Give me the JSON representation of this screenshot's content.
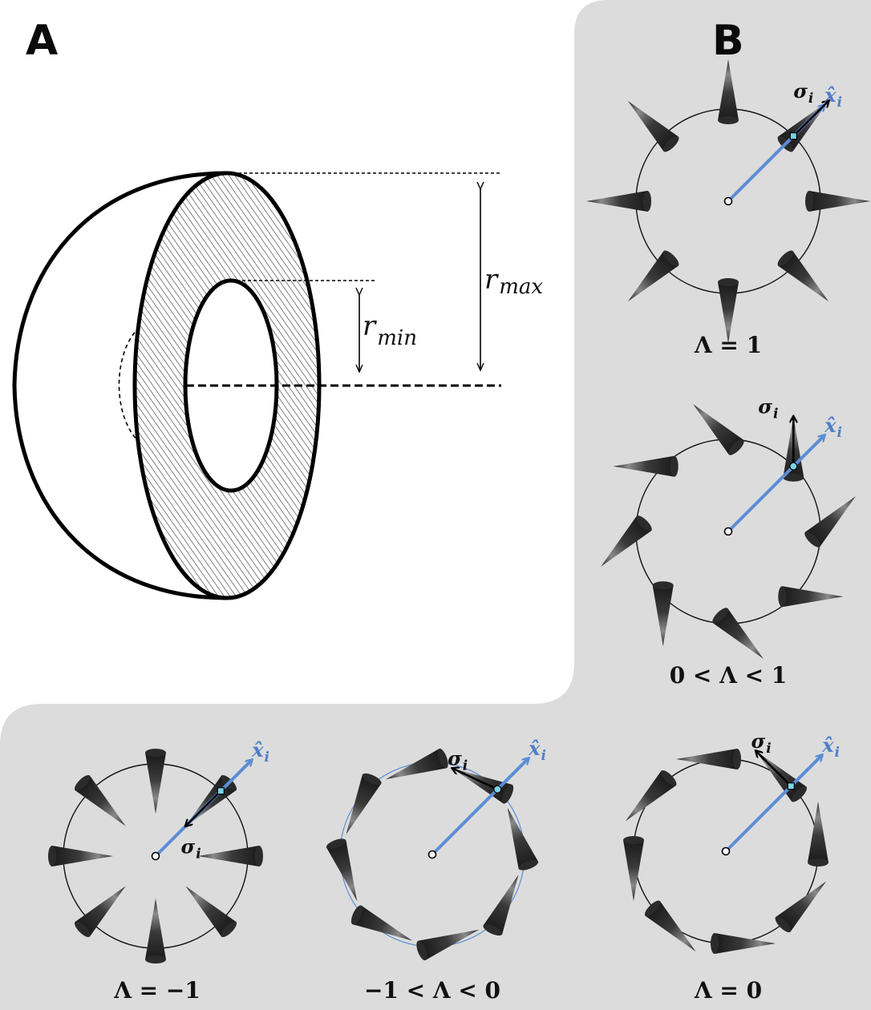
{
  "panels": {
    "a": {
      "letter": "A",
      "r_max": "r",
      "r_max_sub": "max",
      "r_min": "r",
      "r_min_sub": "min"
    },
    "b": {
      "letter": "B"
    }
  },
  "vector_labels": {
    "sigma": "σ",
    "sigma_sub": "i",
    "xhat": "x̂",
    "xhat_sub": "i"
  },
  "colors": {
    "background": "#ffffff",
    "panel_bg": "#dcdcdc",
    "blue": "#5b8dd6",
    "cone_dark": "#1e1e1e",
    "cone_light": "#888888"
  },
  "configurations": [
    {
      "id": "lambda-1",
      "caption": "Λ = 1",
      "cone_tip_offset_deg": 0,
      "ring": "black"
    },
    {
      "id": "lambda-between-0-1",
      "caption": "0 < Λ < 1",
      "cone_tip_offset_deg": -45,
      "ring": "black"
    },
    {
      "id": "lambda-minus-1",
      "caption": "Λ = −1",
      "cone_tip_offset_deg": 180,
      "ring": "black"
    },
    {
      "id": "lambda-between-minus1-0",
      "caption": "−1 < Λ < 0",
      "cone_tip_offset_deg": -110,
      "ring": "blue"
    },
    {
      "id": "lambda-0",
      "caption": "Λ = 0",
      "cone_tip_offset_deg": -90,
      "ring": "black"
    }
  ]
}
